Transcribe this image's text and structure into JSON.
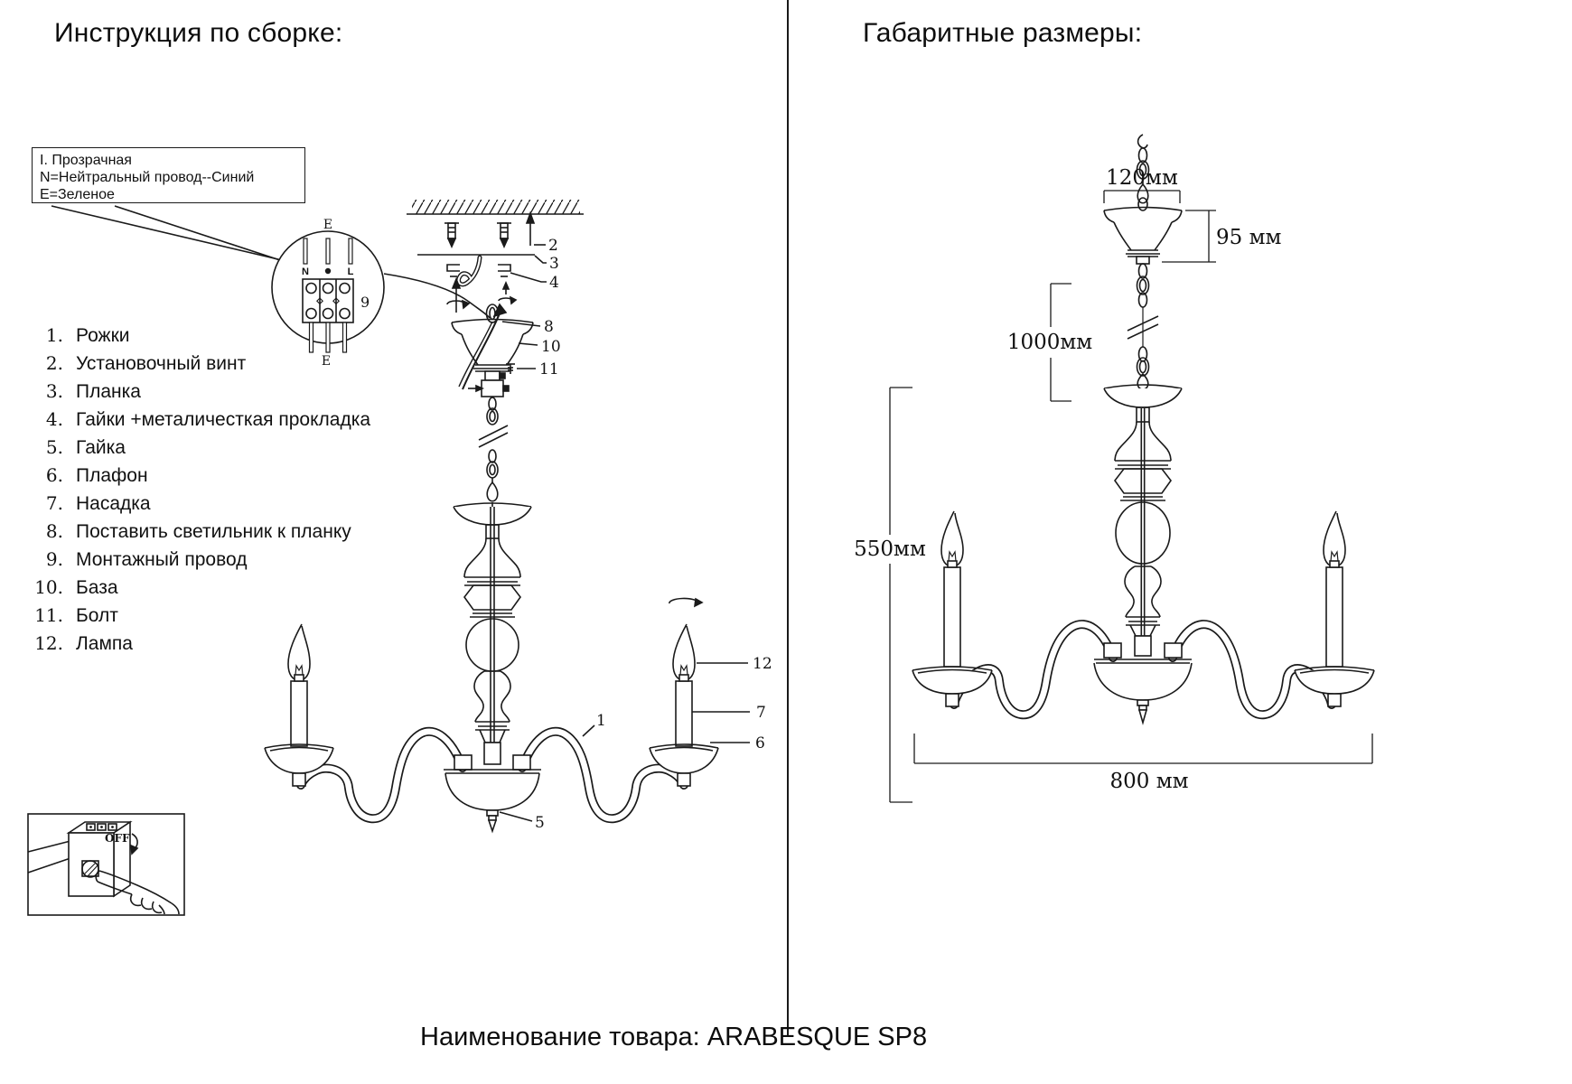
{
  "left_panel": {
    "title": "Инструкция по сборке:",
    "legend": {
      "line1": "I.  Прозрачная",
      "line2": "N=Нейтральный провод--Синий",
      "line3": "Е=Зеленое"
    },
    "parts": [
      {
        "num": "1.",
        "label": "Рожки"
      },
      {
        "num": "2.",
        "label": "Установочный винт"
      },
      {
        "num": "3.",
        "label": "Планка"
      },
      {
        "num": "4.",
        "label": "Гайки +металичесткая прокладка"
      },
      {
        "num": "5.",
        "label": "Гайка"
      },
      {
        "num": "6.",
        "label": "Плафон"
      },
      {
        "num": "7.",
        "label": "Насадка"
      },
      {
        "num": "8.",
        "label": "Поставить светильник к планку"
      },
      {
        "num": "9.",
        "label": "Монтажный провод"
      },
      {
        "num": "10.",
        "label": "База"
      },
      {
        "num": "11.",
        "label": "Болт"
      },
      {
        "num": "12.",
        "label": "Лампа"
      }
    ],
    "callouts": {
      "c1": "1",
      "c2": "2",
      "c3": "3",
      "c4": "4",
      "c5": "5",
      "c6": "6",
      "c7": "7",
      "c8": "8",
      "c9": "9",
      "c10": "10",
      "c11": "11",
      "c12": "12"
    },
    "wiring": {
      "e_top": "E",
      "e_bottom": "E",
      "n": "N",
      "l": "L"
    },
    "breaker_off": "OFF"
  },
  "right_panel": {
    "title": "Габаритные размеры:",
    "dimensions": {
      "width_top": "120мм",
      "canopy_height": "95 мм",
      "chain": "1000мм",
      "body_height": "550мм",
      "diameter": "800 мм"
    }
  },
  "footer": {
    "product_line": "Наименование товара: ARABESQUE SP8"
  }
}
